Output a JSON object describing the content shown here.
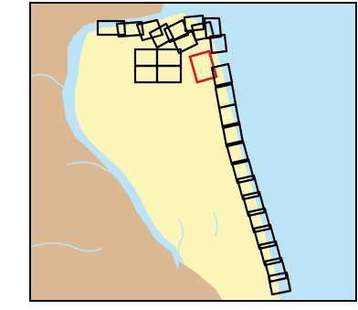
{
  "map": {
    "colors": {
      "ocean": "#bde3f6",
      "land_primary": "#fbf6b8",
      "land_other": "#d9b893",
      "footprint_outline": "#000000",
      "selected_outline": "#d71920",
      "frame": "#000000",
      "inland_water": "#bde3f6"
    },
    "layers": {
      "base": "land-and-water",
      "overlay": "image-footprints"
    },
    "footprints": {
      "count": 28,
      "selected_count": 1
    }
  }
}
